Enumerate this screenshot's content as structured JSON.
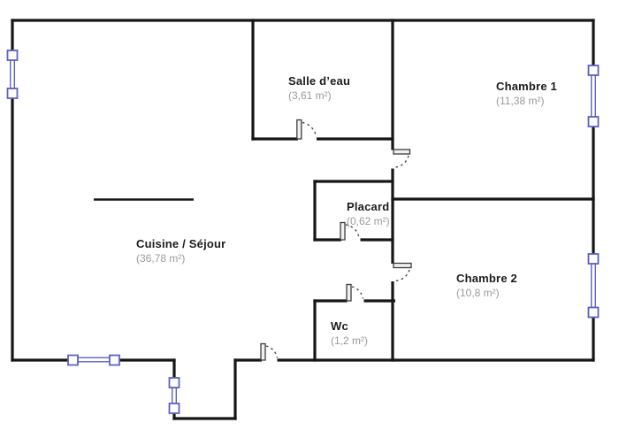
{
  "plan": {
    "colors": {
      "background": "#ffffff",
      "wall": "#161616",
      "window": "#5c61c6",
      "door_leaf": "#3c3c3c",
      "door_leaf_fill": "#f0f0f0",
      "door_swing": "#4a4a4a",
      "room_name": "#1c1c1c",
      "room_area": "#9a9a9a"
    },
    "rooms": [
      {
        "name": "Cuisine / Séjour",
        "area": "(36,78 m²)"
      },
      {
        "name": "Salle d’eau",
        "area": "(3,61 m²)"
      },
      {
        "name": "Chambre 1",
        "area": "(11,38 m²)"
      },
      {
        "name": "Placard",
        "area": "(0,62 m²)"
      },
      {
        "name": "Chambre 2",
        "area": "(10,8 m²)"
      },
      {
        "name": "Wc",
        "area": "(1,2 m²)"
      }
    ]
  }
}
